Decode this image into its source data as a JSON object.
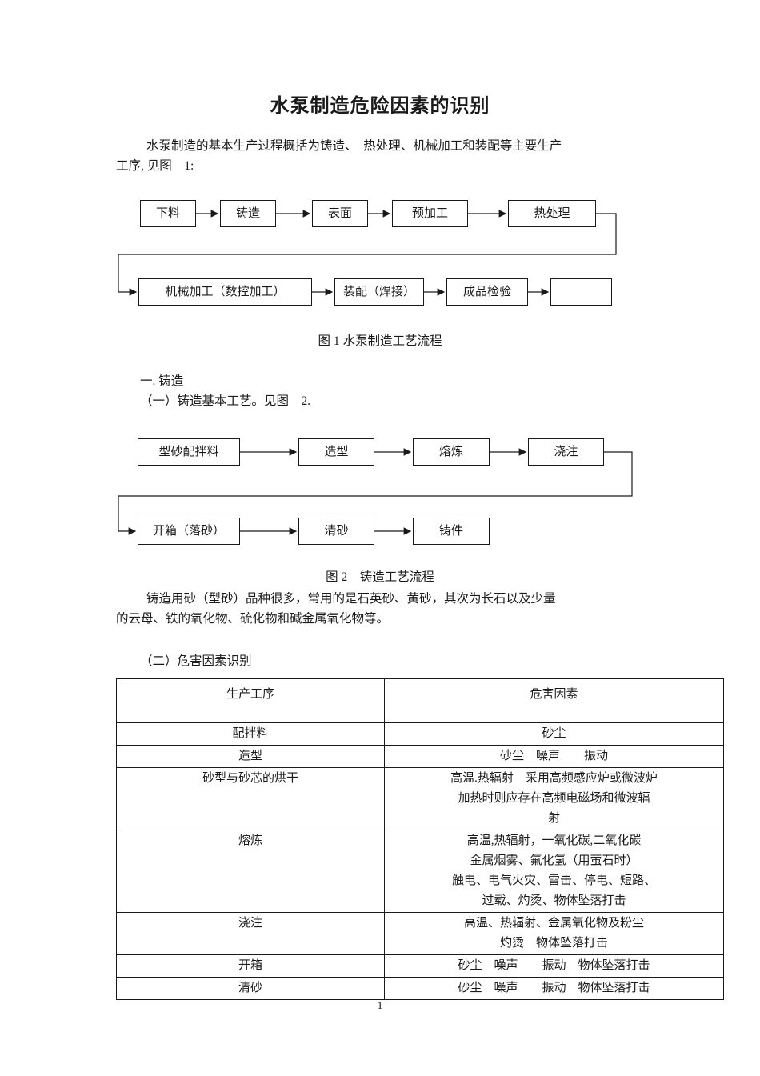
{
  "doc": {
    "title": "水泵制造危险因素的识别",
    "intro_line1": "水泵制造的基本生产过程概括为铸造、　热处理、机械加工和装配等主要生产",
    "intro_line2": "工序, 见图　1:",
    "page_number": "1"
  },
  "figure1": {
    "caption": "图 1 水泵制造工艺流程",
    "row1": [
      "下料",
      "铸造",
      "表面",
      "预加工",
      "热处理"
    ],
    "row2": [
      "机械加工（数控加工）",
      "装配（焊接）",
      "成品检验",
      ""
    ]
  },
  "section1": {
    "heading": "一. 铸造",
    "subheading": "（一）铸造基本工艺。见图　2."
  },
  "figure2": {
    "caption": "图 2　铸造工艺流程",
    "row1": [
      "型砂配拌料",
      "造型",
      "熔炼",
      "浇注"
    ],
    "row2": [
      "开箱（落砂）",
      "清砂",
      "铸件"
    ]
  },
  "para2": {
    "line1": "铸造用砂（型砂）品种很多，常用的是石英砂、黄砂，其次为长石以及少量",
    "line2": "的云母、铁的氧化物、硫化物和碱金属氧化物等。"
  },
  "section2": {
    "heading": "（二）危害因素识别"
  },
  "table": {
    "headers": [
      "生产工序",
      "危害因素"
    ],
    "rows": [
      {
        "process": "配拌料",
        "hazards": [
          "砂尘"
        ]
      },
      {
        "process": "造型",
        "hazards": [
          "砂尘　噪声　　振动"
        ]
      },
      {
        "process": "砂型与砂芯的烘干",
        "hazards": [
          "高温.热辐射　采用高频感应炉或微波炉",
          "加热时则应存在高频电磁场和微波辐",
          "射"
        ]
      },
      {
        "process": "熔炼",
        "hazards": [
          "高温,热辐射，一氧化碳,二氧化碳",
          "金属烟雾、氟化氢（用萤石时）",
          "触电、电气火灾、雷击、停电、短路、",
          "过载、灼烫、物体坠落打击"
        ]
      },
      {
        "process": "浇注",
        "hazards": [
          "高温、热辐射、金属氧化物及粉尘",
          "灼烫　物体坠落打击"
        ]
      },
      {
        "process": "开箱",
        "hazards": [
          "砂尘　噪声　　振动　物体坠落打击"
        ]
      },
      {
        "process": "清砂",
        "hazards": [
          "砂尘　噪声　　振动　物体坠落打击"
        ]
      }
    ]
  }
}
